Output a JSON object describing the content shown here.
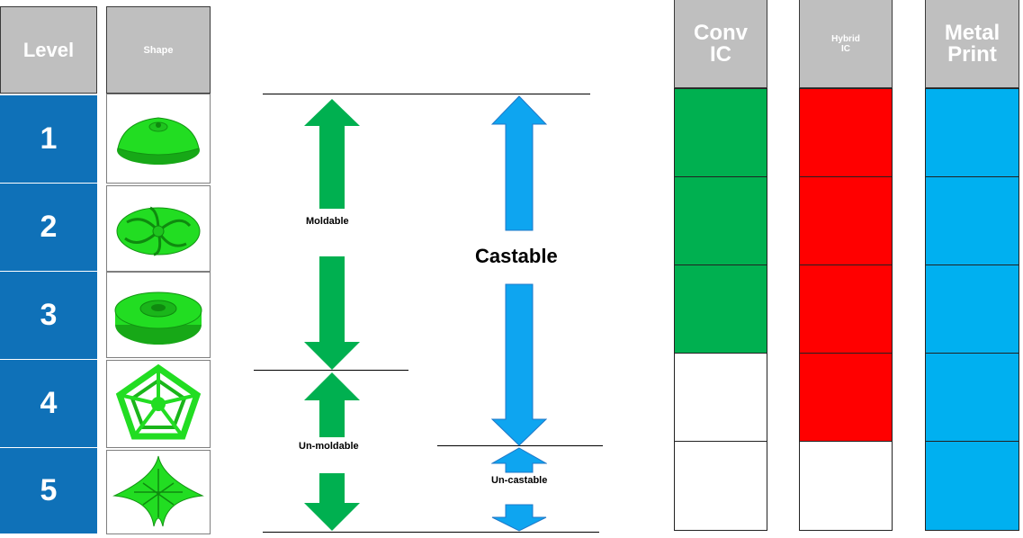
{
  "table": {
    "headers": {
      "level": "Level",
      "shape": "Shape"
    },
    "levels": [
      {
        "number": "1",
        "shape_icon": "dome-impeller-icon"
      },
      {
        "number": "2",
        "shape_icon": "swirl-impeller-icon"
      },
      {
        "number": "3",
        "shape_icon": "shrouded-impeller-icon"
      },
      {
        "number": "4",
        "shape_icon": "lattice-star-icon"
      },
      {
        "number": "5",
        "shape_icon": "star-lattice-icon"
      }
    ]
  },
  "arrows": {
    "moldable": "Moldable",
    "unmoldable": "Un-moldable",
    "castable": "Castable",
    "uncastable": "Un-castable"
  },
  "process_columns": [
    {
      "line1": "Conv",
      "line2": "IC",
      "cells": [
        "green",
        "green",
        "green",
        "white",
        "white"
      ]
    },
    {
      "line1": "Hybrid",
      "line2": "IC",
      "cells": [
        "red",
        "red",
        "red",
        "red",
        "white"
      ]
    },
    {
      "line1": "Metal",
      "line2": "Print",
      "cells": [
        "blue",
        "blue",
        "blue",
        "blue",
        "blue"
      ]
    }
  ],
  "colors": {
    "level_blue": "#0f71b8",
    "header_gray": "#bfbfbf",
    "shape_green": "#22dd22",
    "arrow_green": "#00b050",
    "arrow_blue": "#0ea5f0",
    "green": "#00b050",
    "red": "#ff0000",
    "blue": "#00b0f0",
    "white": "#ffffff"
  }
}
